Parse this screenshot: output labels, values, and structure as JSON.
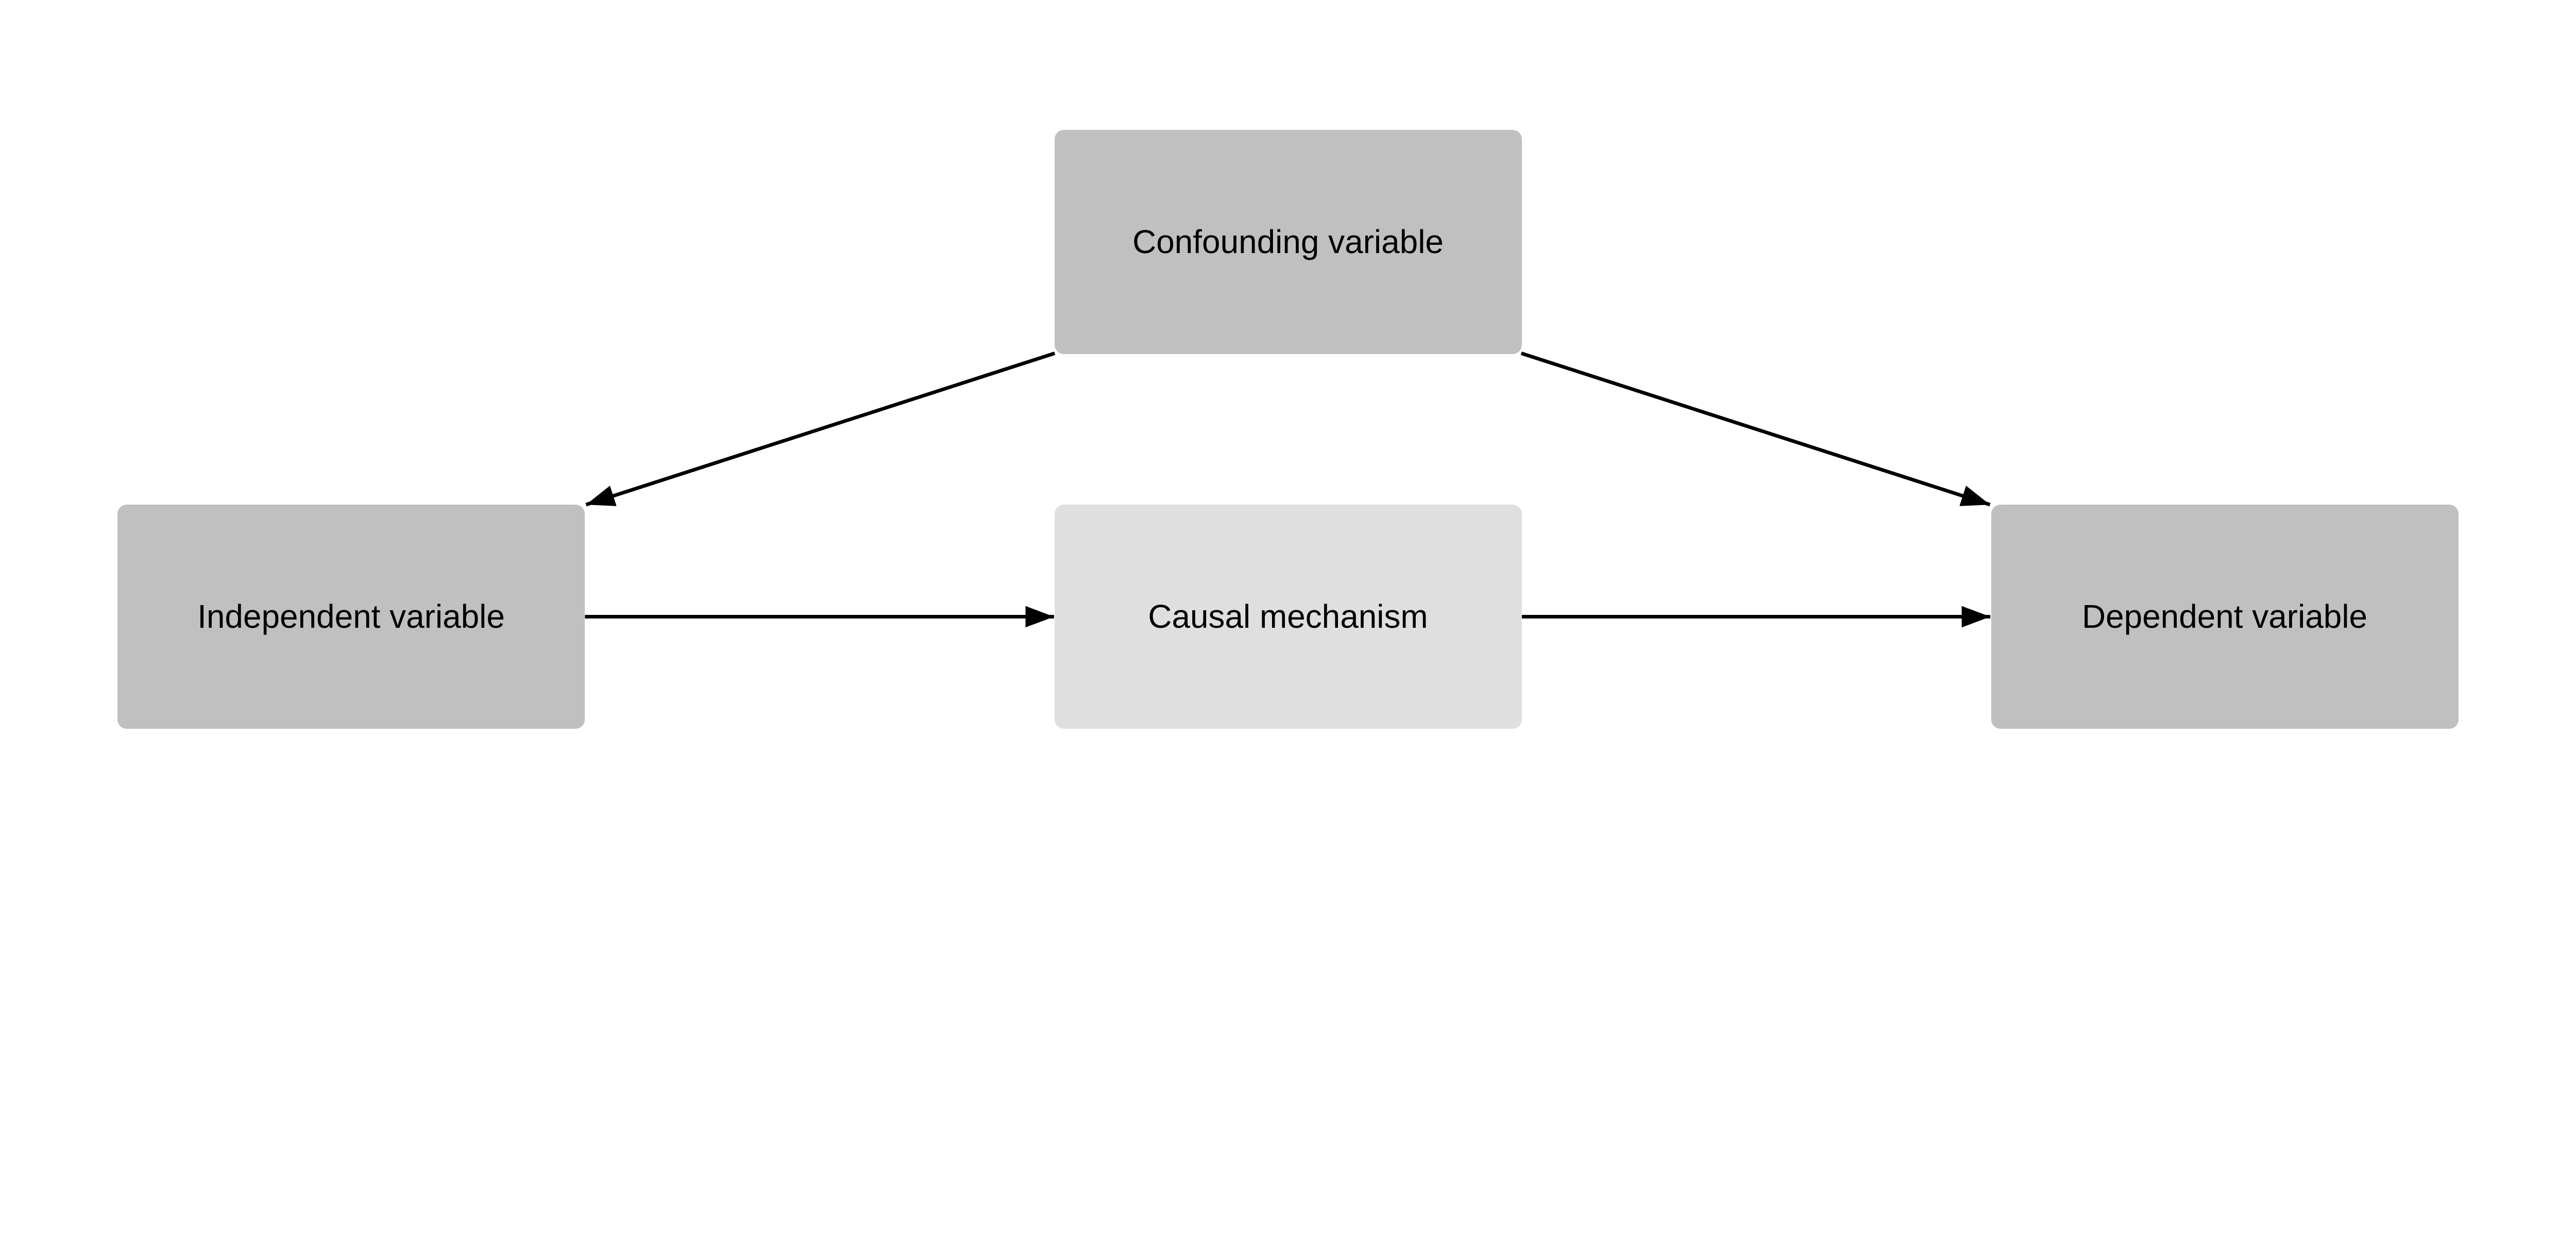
{
  "nodes": {
    "confounding": {
      "label": "Confounding variable",
      "color": "#c0c0c0"
    },
    "independent": {
      "label": "Independent variable",
      "color": "#c0c0c0"
    },
    "mechanism": {
      "label": "Causal mechanism",
      "color": "#dfdfdf"
    },
    "dependent": {
      "label": "Dependent variable",
      "color": "#c0c0c0"
    }
  },
  "edges": [
    {
      "from": "confounding",
      "to": "independent"
    },
    {
      "from": "confounding",
      "to": "dependent"
    },
    {
      "from": "independent",
      "to": "mechanism"
    },
    {
      "from": "mechanism",
      "to": "dependent"
    }
  ]
}
